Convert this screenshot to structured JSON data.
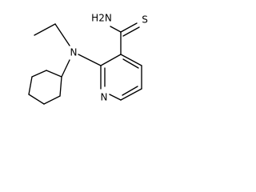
{
  "structure": {
    "atoms": {
      "thioamide_S": "S",
      "amide_N": "H2N",
      "amine_N": "N",
      "pyridine_N": "N"
    }
  },
  "colors": {
    "ink": "#000000",
    "background": "#ffffff"
  }
}
